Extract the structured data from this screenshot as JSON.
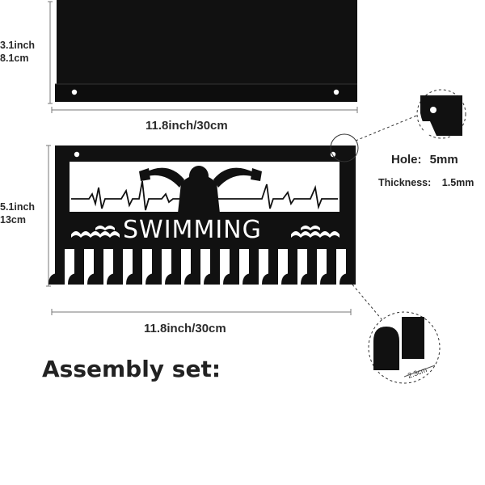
{
  "shelf": {
    "height_inch": "3.1inch",
    "height_cm": "8.1cm",
    "width_label": "11.8inch/30cm"
  },
  "rack": {
    "height_inch": "5.1inch",
    "height_cm": "13cm",
    "width_label": "11.8inch/30cm",
    "title_text": "SWIMMING"
  },
  "specs": {
    "hole_label": "Hole:",
    "hole_value": "5mm",
    "thickness_label": "Thickness:",
    "thickness_value": "1.5mm",
    "hook_depth": "2.3cm"
  },
  "assembly_title": "Assembly set:",
  "colors": {
    "metal": "#111111",
    "text": "#2a2a2a",
    "background": "#ffffff"
  }
}
